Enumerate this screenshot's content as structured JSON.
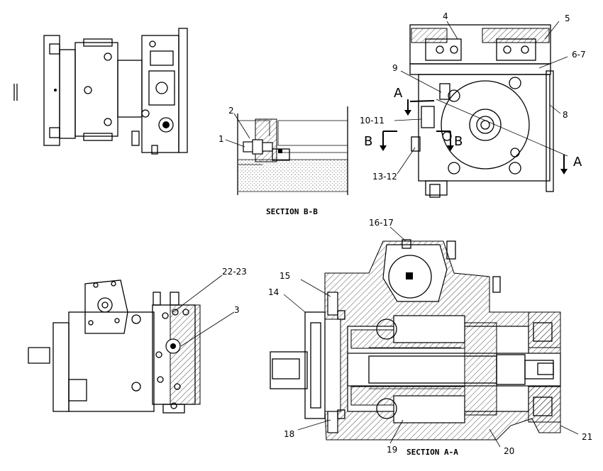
{
  "captions": {
    "section_bb": "SECTION B-B",
    "section_aa": "SECTION A-A"
  },
  "section_markers": {
    "a_upper": "A",
    "a_lower": "A",
    "b_left": "B",
    "b_right": "B"
  },
  "callouts": {
    "c1": "1",
    "c2": "2",
    "c3": "3",
    "c4": "4",
    "c5": "5",
    "c6_7": "6-7",
    "c8": "8",
    "c9": "9",
    "c10_11": "10-11",
    "c13_12": "13-12",
    "c14": "14",
    "c15": "15",
    "c16_17": "16-17",
    "c18": "18",
    "c19": "19",
    "c20": "20",
    "c21": "21",
    "c22_23": "22-23"
  }
}
